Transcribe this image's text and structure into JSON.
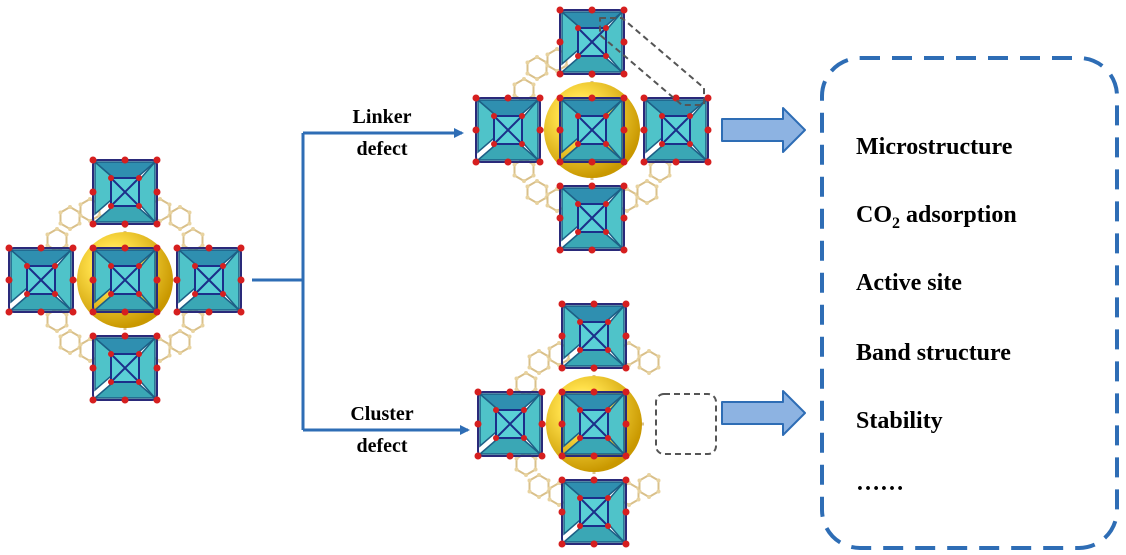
{
  "branches": {
    "top": {
      "line1": "Linker",
      "line2": "defect"
    },
    "bottom": {
      "line1": "Cluster",
      "line2": "defect"
    }
  },
  "properties": {
    "items": [
      "Microstructure",
      "CO2 adsorption",
      "Active site",
      "Band structure",
      "Stability",
      "……"
    ],
    "co2_main": "CO",
    "co2_sub": "2",
    "co2_rest": " adsorption"
  },
  "colors": {
    "arrow": "#2e6db5",
    "block_arrow_fill": "#8db3e2",
    "block_arrow_stroke": "#2e6db5",
    "dashed_box": "#2e6db5",
    "sphere": "#f2c200",
    "polyhedron_light": "#4fc3c9",
    "polyhedron_dark": "#1d5f86",
    "metal_bond": "#1b2f8a",
    "oxygen": "#d61f1f",
    "linker": "#d9c08a",
    "defect_outline": "#555555"
  },
  "icons": {
    "mof_unit": "zr6-cluster-glyph",
    "pore": "yellow-sphere"
  }
}
